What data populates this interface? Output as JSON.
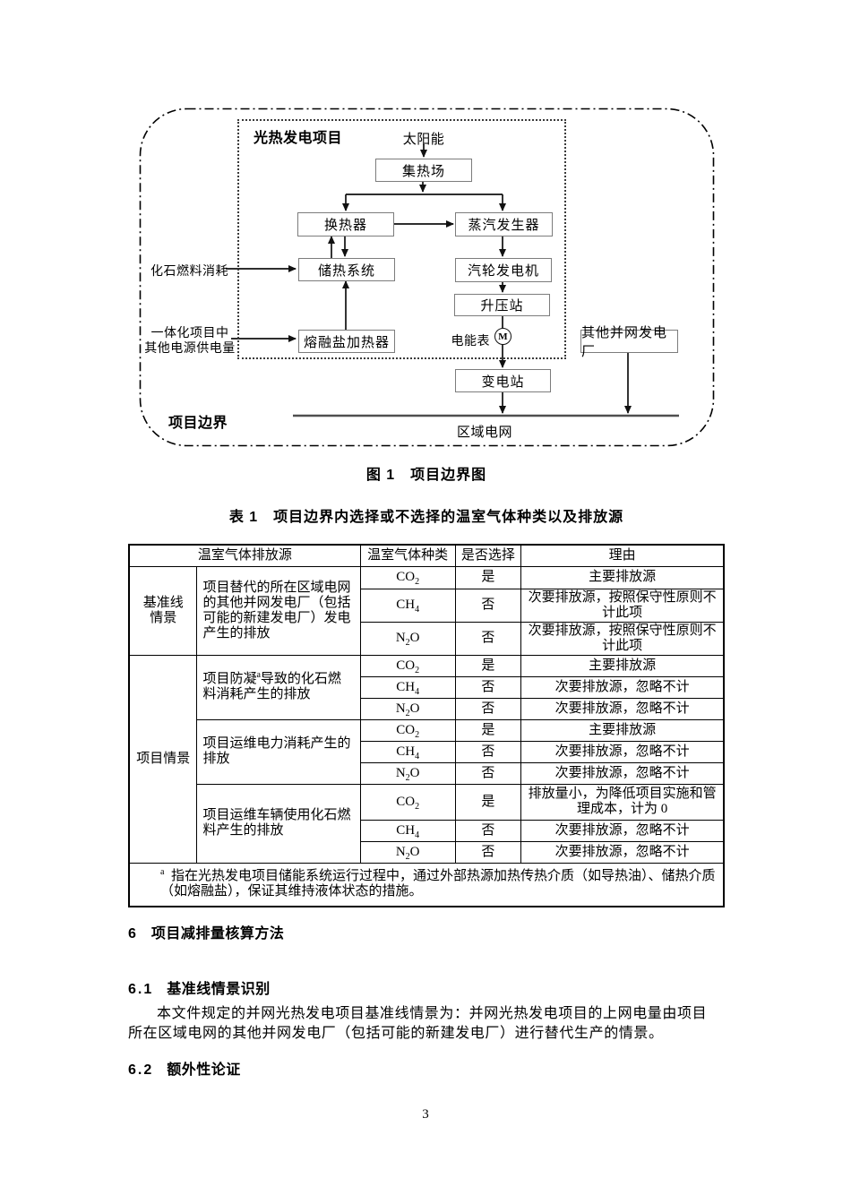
{
  "figure": {
    "caption": "图 1　项目边界图",
    "project_box_label": "光热发电项目",
    "boundary_label": "项目边界",
    "nodes": {
      "solar": "太阳能",
      "collector": "集热场",
      "heat_exchanger": "换热器",
      "steam_generator": "蒸汽发生器",
      "storage": "储热系统",
      "turbine": "汽轮发电机",
      "stepup": "升压站",
      "meter_label": "电能表",
      "meter_symbol": "M",
      "molten_salt_heater": "熔融盐加热器",
      "substation": "变电站",
      "other_plants": "其他并网发电厂",
      "grid": "区域电网",
      "fossil_fuel": "化石燃料消耗",
      "integrated_line1": "一体化项目中",
      "integrated_line2": "其他电源供电量"
    }
  },
  "table": {
    "title": "表 1　项目边界内选择或不选择的温室气体种类以及排放源",
    "headers": {
      "source": "温室气体排放源",
      "gas": "温室气体种类",
      "selected": "是否选择",
      "reason": "理由"
    },
    "baseline_lines": [
      "基准线",
      "情景"
    ],
    "scenario_project": "项目情景",
    "sources": [
      {
        "pre": "项目替代的所在区域电网的其他并网发电厂（包括可能的新建发电厂）发电产生的排放",
        "sup": "",
        "post": ""
      },
      {
        "pre": "项目防凝",
        "sup": "a",
        "post": "导致的化石燃料消耗产生的排放"
      },
      {
        "pre": "项目运维电力消耗产生的排放",
        "sup": "",
        "post": ""
      },
      {
        "pre": "项目运维车辆使用化石燃料产生的排放",
        "sup": "",
        "post": ""
      }
    ],
    "rows": [
      {
        "gas": {
          "b": "CO",
          "s": "2",
          "t": ""
        },
        "sel": "是",
        "reason": "主要排放源"
      },
      {
        "gas": {
          "b": "CH",
          "s": "4",
          "t": ""
        },
        "sel": "否",
        "reason": "次要排放源，按照保守性原则不计此项"
      },
      {
        "gas": {
          "b": "N",
          "s": "2",
          "t": "O"
        },
        "sel": "否",
        "reason": "次要排放源，按照保守性原则不计此项"
      },
      {
        "gas": {
          "b": "CO",
          "s": "2",
          "t": ""
        },
        "sel": "是",
        "reason": "主要排放源"
      },
      {
        "gas": {
          "b": "CH",
          "s": "4",
          "t": ""
        },
        "sel": "否",
        "reason": "次要排放源，忽略不计"
      },
      {
        "gas": {
          "b": "N",
          "s": "2",
          "t": "O"
        },
        "sel": "否",
        "reason": "次要排放源，忽略不计"
      },
      {
        "gas": {
          "b": "CO",
          "s": "2",
          "t": ""
        },
        "sel": "是",
        "reason": "主要排放源"
      },
      {
        "gas": {
          "b": "CH",
          "s": "4",
          "t": ""
        },
        "sel": "否",
        "reason": "次要排放源，忽略不计"
      },
      {
        "gas": {
          "b": "N",
          "s": "2",
          "t": "O"
        },
        "sel": "否",
        "reason": "次要排放源，忽略不计"
      },
      {
        "gas": {
          "b": "CO",
          "s": "2",
          "t": ""
        },
        "sel": "是",
        "reason": "排放量小，为降低项目实施和管理成本，计为 0"
      },
      {
        "gas": {
          "b": "CH",
          "s": "4",
          "t": ""
        },
        "sel": "否",
        "reason": "次要排放源，忽略不计"
      },
      {
        "gas": {
          "b": "N",
          "s": "2",
          "t": "O"
        },
        "sel": "否",
        "reason": "次要排放源，忽略不计"
      }
    ],
    "footnote": {
      "sup": "a",
      "text": "指在光热发电项目储能系统运行过程中，通过外部热源加热传热介质（如导热油）、储热介质（如熔融盐），保证其维持液体状态的措施。"
    }
  },
  "sections": {
    "h1": {
      "num": "6",
      "title": "项目减排量核算方法"
    },
    "h2": {
      "num": "6.1",
      "title": "基准线情景识别"
    },
    "h3": {
      "num": "6.2",
      "title": "额外性论证"
    }
  },
  "paragraph": {
    "line1": "本文件规定的并网光热发电项目基准线情景为：并网光热发电项目的上网电量由项目",
    "line2": "所在区域电网的其他并网发电厂（包括可能的新建发电厂）进行替代生产的情景。"
  },
  "page": {
    "number": "3"
  }
}
